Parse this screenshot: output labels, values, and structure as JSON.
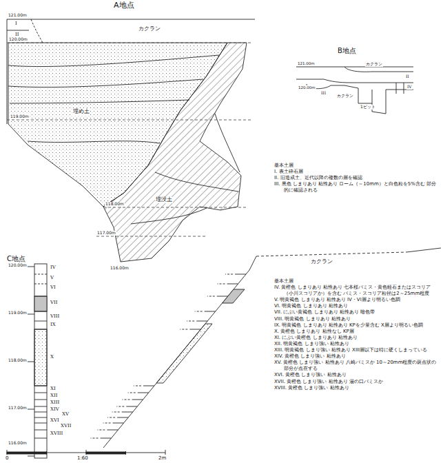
{
  "diagram": {
    "labels": [
      "A地点",
      "121.00m",
      "I",
      "II",
      "カクラン",
      "120.00m",
      "119.00m",
      "埋め土",
      "埋没土",
      "118.00m",
      "117.00m",
      "116.00m",
      "B地点",
      "121.00m",
      "カクラン",
      "II",
      "120.00m",
      "III",
      "カクラン",
      "IV",
      "1ピット",
      "基本土層",
      "I. 表土砕石層",
      "II. 旧造成土、近代以降の複数の層を確認",
      "III. 黒色 しまりあり 粘性あり ローム（～10mm）と白色粒を5%含む 部分的に確認される",
      "C地点",
      "120.00m",
      "119.00m",
      "118.00m",
      "117.00m",
      "116.00m",
      "IV",
      "V",
      "VI",
      "VII",
      "VIII",
      "IX",
      "X",
      "XI",
      "XII",
      "XIII",
      "XIV",
      "XV",
      "XVI",
      "XVII",
      "XVIII",
      "0",
      "1:60",
      "2m",
      "カクラン",
      "基本土層",
      "IV. 黄橙色 しまりあり 粘性あり 七本桜パミス・黄色軽石またはスコリア（小川スコリアか）を含む パミス・スコリア粒径は2～25mm程度",
      "V. 明黄褐色 しまりあり 粘性あり IV・VI層より明るい色調",
      "VI. 明黄褐色 しまりあり 粘性あり",
      "VII. にぶい黄褐色 しまりあり 粘性あり 暗色帯",
      "VIII. 明黄褐色 しまりあり 粘性あり",
      "IX. 明黄褐色 しまりあり 粘性あり KPを少量含む X層より明るい色調",
      "X. 黄橙色 しまりあり 粘性なし KP層",
      "XI. にぶい黄橙色 しまりあり 粘性あり",
      "XII. 明黄褐色 しまり強い 粘性あり",
      "XIII. 明黄褐色 しまり強い 粘性あり XIII層以下は特に硬くしまっている",
      "XIV. 黄橙色 しまり強い 粘性あり",
      "XV. 黄橙色 しまり強い 粘性あり 八崎パミスか 10～20mm程度の斑点状の部分が点在する",
      "XVI. 黄橙色 しまり強い 粘性あり",
      "XVII. 黄橙色 しまり強い 粘性あり 湯の口パミスか",
      "XVIII. 黄橙色 しまり強い 粘性あり"
    ]
  }
}
